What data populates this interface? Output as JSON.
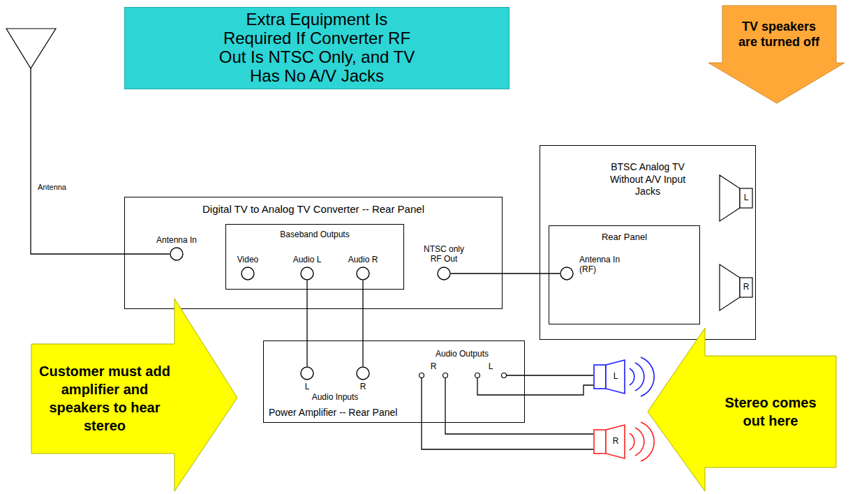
{
  "diagram": {
    "title": "Extra Equipment Is Required If Converter RF Out Is NTSC Only, and TV Has No A/V Jacks",
    "nodes": [
      {
        "text": [
          "Antenna"
        ]
      },
      {
        "text": [
          "TV speakers are turned off"
        ]
      },
      {
        "text": [
          "Digital TV to Analog TV Converter -- Rear Panel"
        ]
      },
      {
        "text": [
          "Antenna In"
        ],
        "in": 2
      },
      {
        "text": [
          "Baseband Outputs"
        ],
        "in": 2
      },
      {
        "text": [
          "Video"
        ],
        "in": 4
      },
      {
        "text": [
          "Audio L"
        ],
        "in": 4
      },
      {
        "text": [
          "Audio R"
        ],
        "in": 4
      },
      {
        "text": [
          "NTSC only RF Out"
        ],
        "in": 2
      },
      {
        "text": [
          "BTSC Analog TV Without A/V Input Jacks"
        ]
      },
      {
        "text": [
          "L"
        ],
        "in": 9
      },
      {
        "text": [
          "Rear Panel"
        ],
        "in": 9
      },
      {
        "text": [
          "Antenna In (RF)"
        ],
        "in": 11
      },
      {
        "text": [
          "R"
        ],
        "in": 9
      },
      {
        "text": [
          "Power Amplifier -- Rear Panel"
        ]
      },
      {
        "text": [
          "L"
        ],
        "in": 14
      },
      {
        "text": [
          "R"
        ],
        "in": 14
      },
      {
        "text": [
          "R"
        ],
        "in": 14
      },
      {
        "text": [
          "L"
        ],
        "in": 14
      },
      {
        "text": [
          "L"
        ]
      },
      {
        "text": [
          "R"
        ]
      },
      {
        "text": [
          "Customer must add amplifier and speakers to hear stereo"
        ]
      },
      {
        "text": [
          "Stereo comes out here"
        ]
      }
    ],
    "edges": [
      {
        "from": 0,
        "to": 3,
        "arrow": "none"
      },
      {
        "from": 6,
        "to": 15,
        "arrow": "none"
      },
      {
        "from": 7,
        "to": 16,
        "arrow": "none"
      },
      {
        "from": 8,
        "to": 12,
        "arrow": "none"
      },
      {
        "from": 18,
        "to": 19,
        "arrow": "none"
      },
      {
        "from": 18,
        "to": 19,
        "arrow": "none"
      },
      {
        "from": 17,
        "to": 20,
        "arrow": "none"
      },
      {
        "from": 17,
        "to": 20,
        "arrow": "none"
      }
    ],
    "labels": [
      "Audio Inputs",
      "Audio Outputs"
    ]
  }
}
